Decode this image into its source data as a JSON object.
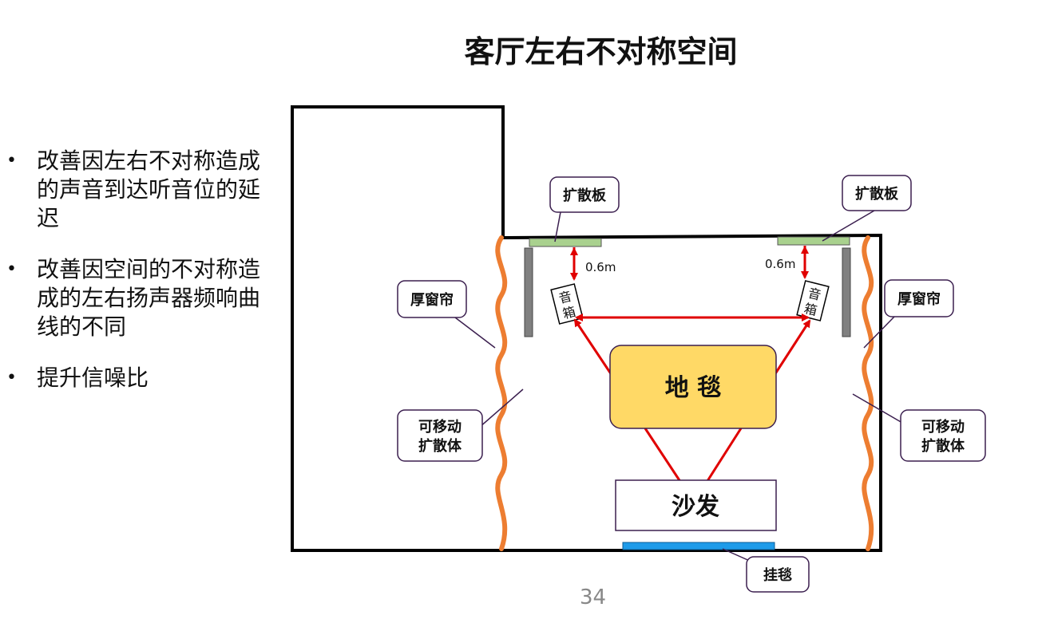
{
  "slide": {
    "title": "客厅左右不对称空间",
    "page_number": "34"
  },
  "bullets": [
    "改善因左右不对称造成的声音到达听音位的延迟",
    "改善因空间的不对称造成的左右扬声器频响曲线的不同",
    "提升信噪比"
  ],
  "diagram": {
    "labels": {
      "diffuser_left": "扩散板",
      "diffuser_right": "扩散板",
      "curtain_left": "厚窗帘",
      "curtain_right": "厚窗帘",
      "movable_left_line1": "可移动",
      "movable_left_line2": "扩散体",
      "movable_right_line1": "可移动",
      "movable_right_line2": "扩散体",
      "distance_left": "0.6m",
      "distance_right": "0.6m",
      "speaker_left_line1": "音",
      "speaker_left_line2": "箱",
      "speaker_right_line1": "音",
      "speaker_right_line2": "箱",
      "carpet": "地 毯",
      "sofa": "沙发",
      "tapestry": "挂毯"
    },
    "colors": {
      "wall": "#000000",
      "curtain": "#ED7D31",
      "diffuser": "#A9D18E",
      "speaker_stand": "#808080",
      "arrow": "#E00000",
      "carpet_fill": "#FFD966",
      "tapestry": "#1E9BE9",
      "callout_border": "#3B1F4F"
    }
  }
}
